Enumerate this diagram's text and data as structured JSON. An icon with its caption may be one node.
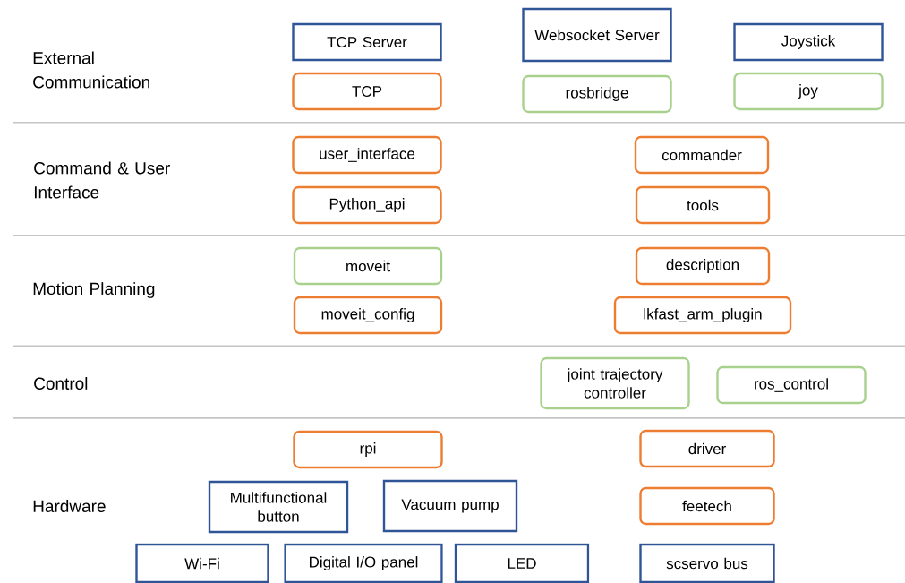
{
  "diagram": {
    "nodes": [
      {
        "text": [
          "TCP Server"
        ]
      },
      {
        "text": [
          "Websocket Server"
        ]
      },
      {
        "text": [
          "Joystick"
        ]
      },
      {
        "text": [
          "TCP"
        ]
      },
      {
        "text": [
          "rosbridge"
        ]
      },
      {
        "text": [
          "joy"
        ]
      },
      {
        "text": [
          "user_interface"
        ]
      },
      {
        "text": [
          "commander"
        ]
      },
      {
        "text": [
          "Python_api"
        ]
      },
      {
        "text": [
          "tools"
        ]
      },
      {
        "text": [
          "moveit"
        ]
      },
      {
        "text": [
          "description"
        ]
      },
      {
        "text": [
          "moveit_config"
        ]
      },
      {
        "text": [
          "lkfast_arm_plugin"
        ]
      },
      {
        "text": [
          "joint trajectory controller"
        ]
      },
      {
        "text": [
          "ros_control"
        ]
      },
      {
        "text": [
          "rpi"
        ]
      },
      {
        "text": [
          "driver"
        ]
      },
      {
        "text": [
          "Multifunctional button"
        ]
      },
      {
        "text": [
          "Vacuum pump"
        ]
      },
      {
        "text": [
          "feetech"
        ]
      },
      {
        "text": [
          "Wi-Fi"
        ]
      },
      {
        "text": [
          "Digital I/O panel"
        ]
      },
      {
        "text": [
          "LED"
        ]
      },
      {
        "text": [
          "scservo bus"
        ]
      }
    ],
    "edges": [],
    "labels": [
      "External Communication",
      "Command & User Interface",
      "Motion Planning",
      "Control",
      "Hardware"
    ]
  }
}
